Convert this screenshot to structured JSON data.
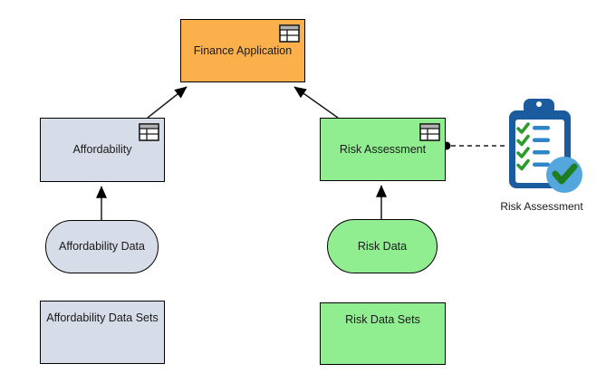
{
  "diagram": {
    "nodes": {
      "finance_application": {
        "label": "Finance Application",
        "icon": "table-icon",
        "fill": "#FBB04B"
      },
      "affordability": {
        "label": "Affordability",
        "icon": "table-icon",
        "fill": "#D6DCE8"
      },
      "risk_assessment": {
        "label": "Risk Assessment",
        "icon": "table-icon",
        "fill": "#90EE90"
      },
      "affordability_data": {
        "label": "Affordability Data",
        "fill": "#D6DCE8"
      },
      "risk_data": {
        "label": "Risk Data",
        "fill": "#90EE90"
      },
      "affordability_data_sets": {
        "label": "Affordability Data Sets",
        "fill": "#D6DCE8"
      },
      "risk_data_sets": {
        "label": "Risk Data Sets",
        "fill": "#90EE90"
      }
    },
    "annotation": {
      "label": "Risk Assessment",
      "icon": "clipboard-checklist-icon"
    },
    "connectors": [
      {
        "from": "affordability",
        "to": "finance_application",
        "style": "solid-arrow"
      },
      {
        "from": "risk_assessment",
        "to": "finance_application",
        "style": "solid-arrow"
      },
      {
        "from": "affordability_data",
        "to": "affordability",
        "style": "solid-arrow"
      },
      {
        "from": "risk_data",
        "to": "risk_assessment",
        "style": "solid-arrow"
      },
      {
        "from": "risk_assessment",
        "to": "annotation",
        "style": "dashed-line-with-dot"
      }
    ],
    "colors": {
      "border": "#000000",
      "text": "#1a1a1a",
      "orange_node": "#FBB04B",
      "bluegray_node": "#D6DCE8",
      "green_node": "#90EE90",
      "icon_header_gray": "#b3b3b3",
      "clipboard_body_blue": "#1B5C9E",
      "clipboard_bar_blue": "#2E86C8",
      "clipboard_circle_blue": "#54A7DD",
      "check_green": "#2E9B2E",
      "big_check_green": "#1E7D1E"
    }
  }
}
